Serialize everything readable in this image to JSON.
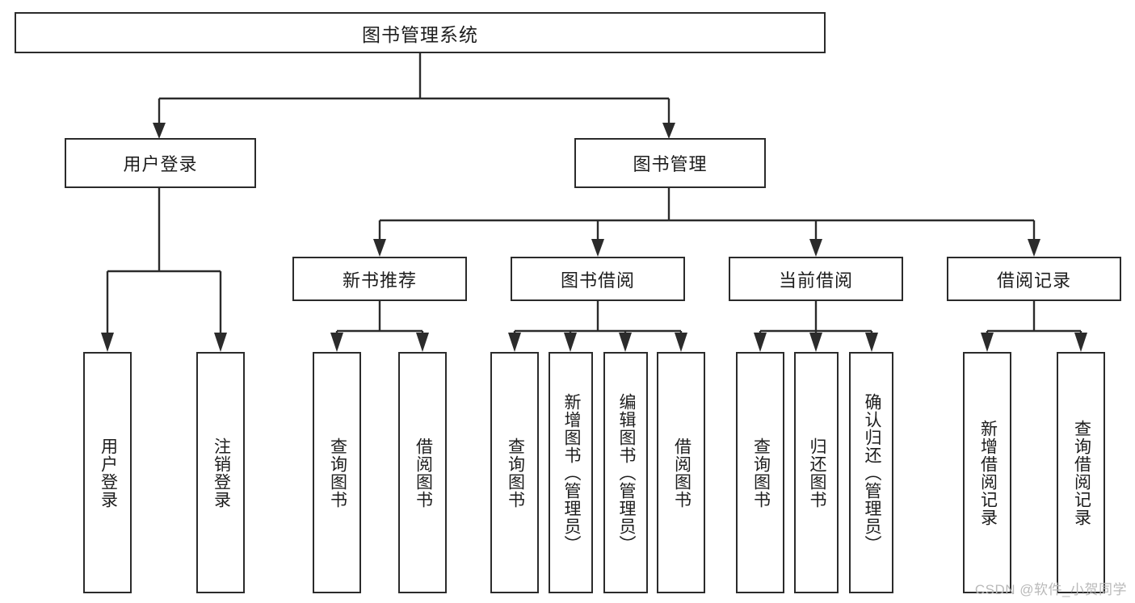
{
  "diagram": {
    "title": "图书管理系统",
    "type": "tree-hierarchy-diagram",
    "watermark": "CSDN @软件_小贺同学",
    "colors": {
      "stroke": "#2b2b2b",
      "fill": "#ffffff",
      "text": "#1d1d1d",
      "watermark": "#b9b9b9"
    },
    "levels": {
      "root": {
        "label": "图书管理系统"
      },
      "level2": [
        {
          "label": "用户登录"
        },
        {
          "label": "图书管理"
        }
      ],
      "level3": [
        {
          "label": "新书推荐"
        },
        {
          "label": "图书借阅"
        },
        {
          "label": "当前借阅"
        },
        {
          "label": "借阅记录"
        }
      ],
      "leaves": {
        "user_login": [
          {
            "label": "用户登录"
          },
          {
            "label": "注销登录"
          }
        ],
        "new_book_recommend": [
          {
            "label": "查询图书"
          },
          {
            "label": "借阅图书"
          }
        ],
        "book_borrow": [
          {
            "label": "查询图书"
          },
          {
            "label": "新增图书（管理员）"
          },
          {
            "label": "编辑图书（管理员）"
          },
          {
            "label": "借阅图书"
          }
        ],
        "current_borrow": [
          {
            "label": "查询图书"
          },
          {
            "label": "归还图书"
          },
          {
            "label": "确认归还（管理员）"
          }
        ],
        "borrow_record": [
          {
            "label": "新增借阅记录"
          },
          {
            "label": "查询借阅记录"
          }
        ]
      }
    }
  }
}
